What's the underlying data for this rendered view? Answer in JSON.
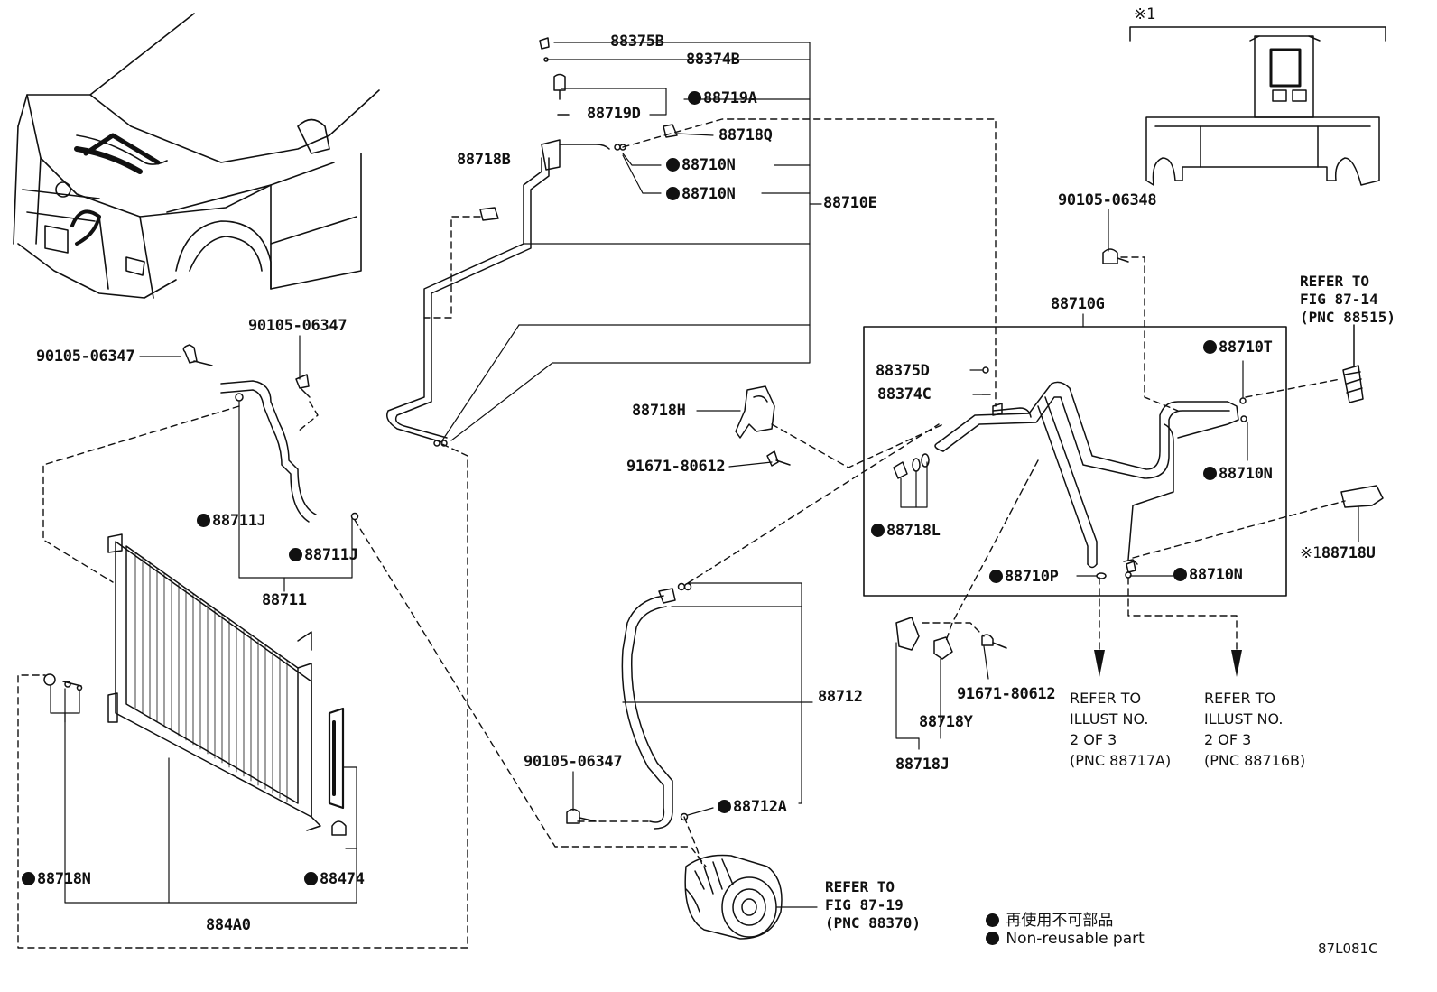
{
  "labels": {
    "p88375B": "88375B",
    "p88374B": "88374B",
    "p88719A": "88719A",
    "p88719D": "88719D",
    "p88718Q": "88718Q",
    "p88718B": "88718B",
    "p88710N_a": "88710N",
    "p88710N_b": "88710N",
    "p88710E": "88710E",
    "p90105_06348": "90105-06348",
    "p88710G": "88710G",
    "p88375D": "88375D",
    "p88374C": "88374C",
    "p88710T": "88710T",
    "p88710N_c": "88710N",
    "p88718H": "88718H",
    "p91671_80612_a": "91671-80612",
    "p88718L": "88718L",
    "p88710P": "88710P",
    "p88710N_d": "88710N",
    "p88718U": "88718U",
    "p90105_06347_a": "90105-06347",
    "p90105_06347_b": "90105-06347",
    "p88711J_a": "88711J",
    "p88711J_b": "88711J",
    "p88711": "88711",
    "p88712": "88712",
    "p91671_80612_b": "91671-80612",
    "p88718Y": "88718Y",
    "p88718J": "88718J",
    "p90105_06347_c": "90105-06347",
    "p88712A": "88712A",
    "p88718N": "88718N",
    "p88474": "88474",
    "p884A0": "884A0"
  },
  "marks": {
    "note_symbol": "※1",
    "note_symbol_u": "※1"
  },
  "refs": {
    "fig_87_14": [
      "REFER TO",
      "FIG 87-14",
      "(PNC 88515)"
    ],
    "illust_a": [
      "REFER TO",
      "ILLUST NO.",
      "2 OF 3",
      "(PNC 88717A)"
    ],
    "illust_b": [
      "REFER TO",
      "ILLUST NO.",
      "2 OF 3",
      "(PNC 88716B)"
    ],
    "fig_87_19": [
      "REFER TO",
      "FIG 87-19",
      "(PNC 88370)"
    ]
  },
  "legend": {
    "jp": "再使用不可部品",
    "en": "Non-reusable part"
  },
  "diagram_code": "87L081C"
}
